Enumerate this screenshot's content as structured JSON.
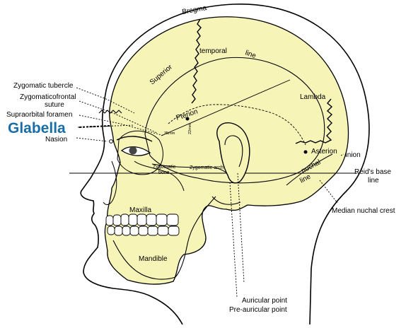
{
  "figure": {
    "labels": {
      "bregma": "Bregma",
      "superior": "Superior",
      "temporal": "temporal",
      "line_top": "line",
      "lambda": "Lambda",
      "pterion": "Pterion",
      "mm35": "35mm",
      "mm22": "22mm",
      "asterion": "Asterion",
      "inion": "Inion",
      "nuchal": "nuchal",
      "line_nuchal": "line",
      "reids_base_1": "Reid's base",
      "reids_base_2": "line",
      "median_nuchal_crest": "Median nuchal crest",
      "zygomatic_tubercle": "Zygomatic tubercle",
      "zygomaticofrontal_1": "Zygomaticofrontal",
      "zygomaticofrontal_2": "suture",
      "supraorbital_foramen": "Supraorbital foramen",
      "glabella": "Glabella",
      "nasion": "Nasion",
      "zygomatic_bone_1": "Zygomatic",
      "zygomatic_bone_2": "bone",
      "zygomatic_arch": "Zygomatic arch",
      "maxilla": "Maxilla",
      "mandible": "Mandible",
      "auricular_point": "Auricular point",
      "pre_auricular_point": "Pre-auricular point"
    },
    "colors": {
      "skull_fill": "#f7f4b8",
      "outline": "#000000",
      "glabella_text": "#1a6ea8",
      "background": "#ffffff"
    }
  }
}
